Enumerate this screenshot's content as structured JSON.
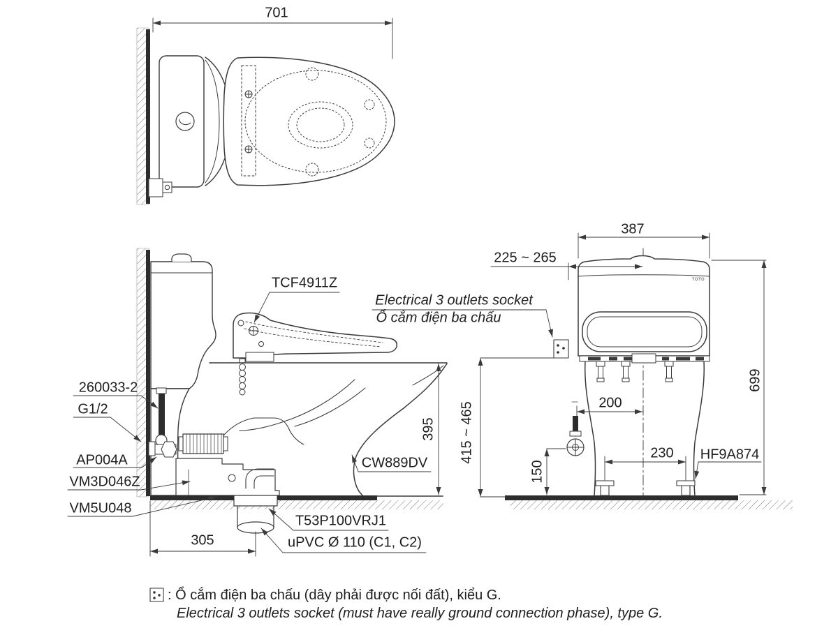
{
  "top_view": {
    "dim_width": "701"
  },
  "side_view": {
    "dim_depth": "305",
    "dim_rim_height": "395",
    "labels": {
      "seat_unit": "TCF4911Z",
      "supply_hose": "260033-2",
      "thread_size": "G1/2",
      "stop_valve": "AP004A",
      "flush_fitting": "VM3D046Z",
      "drain_fitting": "VM5U048",
      "bowl_model": "CW889DV",
      "flange": "T53P100VRJ1",
      "drain_pipe": "uPVC Ø 110 (C1, C2)"
    }
  },
  "front_view": {
    "dim_width": "387",
    "dim_supply_range": "225 ~ 265",
    "dim_total_height": "699",
    "dim_socket_range": "415 ~ 465",
    "dim_valve_offset": "200",
    "dim_bolt_spacing": "230",
    "dim_valve_height": "150",
    "labels": {
      "bolt_cap": "HF9A874",
      "logo": "TOTO"
    },
    "socket_note_en": "Electrical 3 outlets socket",
    "socket_note_vi": "Ổ cắm điện ba chấu"
  },
  "legend": {
    "line_vi": ": Ổ cắm điện ba chấu (dây phải được nối đất), kiểu G.",
    "line_en": "Electrical 3 outlets socket (must have really ground connection phase), type G."
  }
}
